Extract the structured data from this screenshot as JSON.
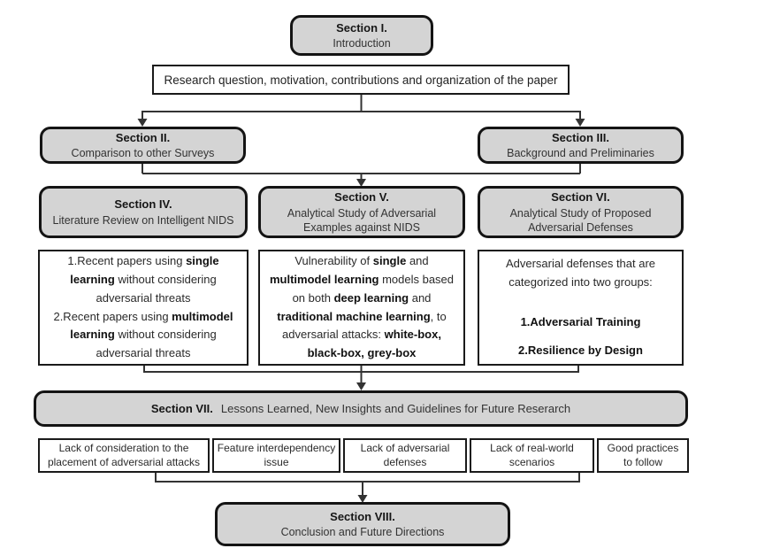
{
  "flowchart": {
    "section1": {
      "title": "Section I.",
      "subtitle": "Introduction"
    },
    "research_box": "Research question, motivation, contributions and organization of the paper",
    "section2": {
      "title": "Section II.",
      "subtitle": "Comparison to other Surveys"
    },
    "section3": {
      "title": "Section III.",
      "subtitle": "Background and Preliminaries"
    },
    "section4": {
      "title": "Section IV.",
      "subtitle": "Literature Review on Intelligent NIDS"
    },
    "section5": {
      "title": "Section V.",
      "subtitle": "Analytical Study of Adversarial Examples against NIDS"
    },
    "section6": {
      "title": "Section VI.",
      "subtitle": "Analytical Study of Proposed Adversarial Defenses"
    },
    "section4_detail": {
      "items": [
        [
          {
            "t": "1.Recent papers using ",
            "b": false
          },
          {
            "t": "single learning",
            "b": true
          },
          {
            "t": " without considering adversarial threats",
            "b": false
          }
        ],
        [
          {
            "t": "2.Recent papers using ",
            "b": false
          },
          {
            "t": "multimodel learning",
            "b": true
          },
          {
            "t": " without considering adversarial threats",
            "b": false
          }
        ]
      ]
    },
    "section5_detail": {
      "text": [
        {
          "t": "Vulnerability of ",
          "b": false
        },
        {
          "t": "single",
          "b": true
        },
        {
          "t": " and ",
          "b": false
        },
        {
          "t": "multimodel learning",
          "b": true
        },
        {
          "t": " models based on both ",
          "b": false
        },
        {
          "t": "deep learning",
          "b": true
        },
        {
          "t": " and ",
          "b": false
        },
        {
          "t": "traditional machine learning",
          "b": true
        },
        {
          "t": ", to adversarial attacks: ",
          "b": false
        },
        {
          "t": "white-box, black-box, grey-box",
          "b": true
        }
      ]
    },
    "section6_detail": {
      "intro": "Adversarial defenses that are categorized into two groups:",
      "items": [
        "1.Adversarial Training",
        "2.Resilience by Design"
      ]
    },
    "section7": {
      "title": "Section VII.",
      "subtitle": "Lessons Learned, New Insights and Guidelines for Future Reserarch"
    },
    "issues": [
      "Lack of consideration to the placement of adversarial attacks",
      "Feature interdependency issue",
      "Lack of adversarial defenses",
      "Lack of real-world scenarios",
      "Good practices to follow"
    ],
    "section8": {
      "title": "Section VIII.",
      "subtitle": "Conclusion and Future Directions"
    }
  }
}
